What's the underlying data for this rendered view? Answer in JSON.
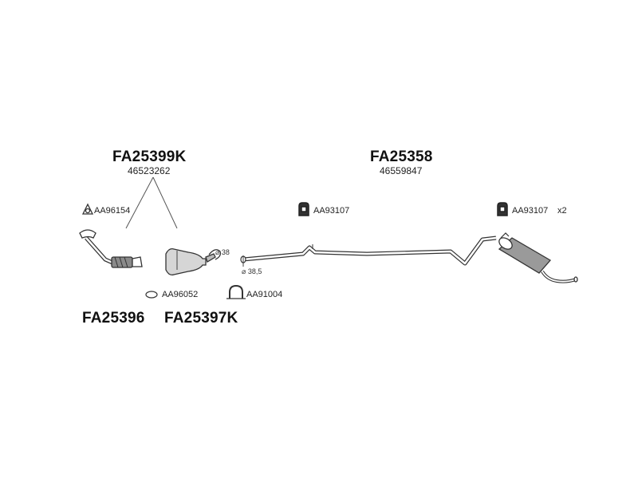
{
  "groups": {
    "manifold_set": {
      "code": "FA25399K",
      "oem": "46523262"
    },
    "rear_pipe": {
      "code": "FA25358",
      "oem": "46559847"
    }
  },
  "parts": {
    "front_pipe": {
      "code": "FA25396"
    },
    "catalyst": {
      "code": "FA25397K"
    }
  },
  "fittings": {
    "gasket_front": {
      "code": "AA96154"
    },
    "gasket_cat": {
      "code": "AA96052"
    },
    "clamp": {
      "code": "AA91004"
    },
    "hanger_mid": {
      "code": "AA93107"
    },
    "hanger_rear": {
      "code": "AA93107",
      "qty": "x2"
    }
  },
  "dimensions": {
    "cat_outlet": "⌀ 38",
    "pipe_inlet": "⌀ 38,5"
  }
}
